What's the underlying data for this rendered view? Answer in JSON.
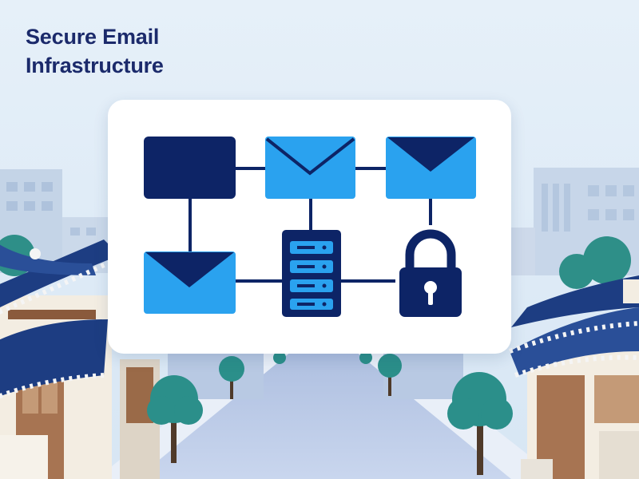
{
  "title": {
    "line1": "Secure Email",
    "line2": "Infrastructure"
  },
  "colors": {
    "navy": "#0d2466",
    "sky_blue": "#2aa2ef",
    "background": "#e3eef8",
    "card": "#ffffff"
  },
  "diagram": {
    "nodes": [
      {
        "id": "inbox-box",
        "icon": "mailbox-icon",
        "color": "navy"
      },
      {
        "id": "email-2",
        "icon": "envelope-icon",
        "color": "sky_blue"
      },
      {
        "id": "email-3",
        "icon": "envelope-icon",
        "color": "sky_blue"
      },
      {
        "id": "email-4",
        "icon": "envelope-icon",
        "color": "sky_blue"
      },
      {
        "id": "server",
        "icon": "server-icon",
        "color": "navy"
      },
      {
        "id": "lock",
        "icon": "padlock-icon",
        "color": "navy"
      }
    ],
    "edges": [
      [
        "inbox-box",
        "email-2"
      ],
      [
        "email-2",
        "email-3"
      ],
      [
        "inbox-box",
        "email-4"
      ],
      [
        "email-2",
        "server"
      ],
      [
        "email-3",
        "lock"
      ],
      [
        "email-4",
        "server"
      ],
      [
        "server",
        "lock"
      ]
    ]
  }
}
